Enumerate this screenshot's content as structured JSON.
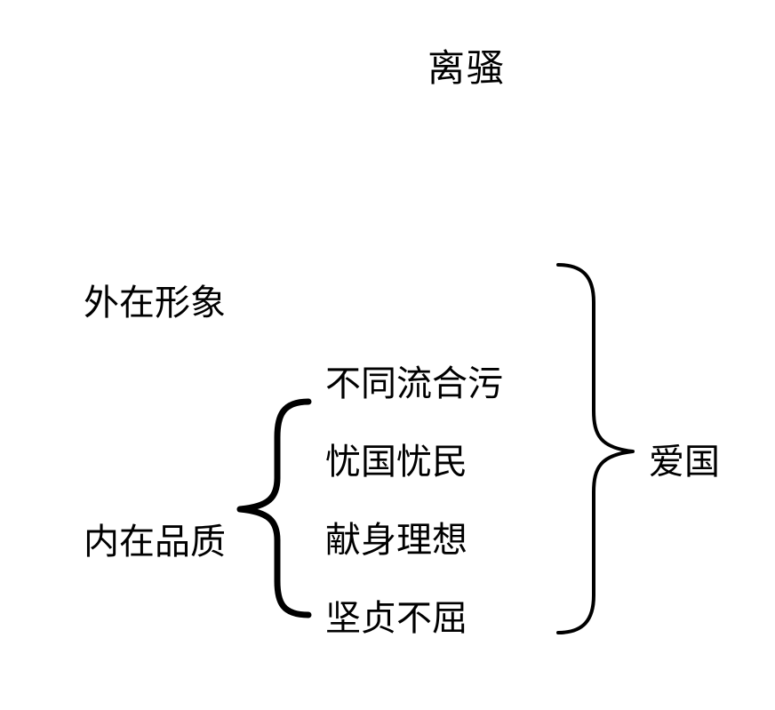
{
  "diagram": {
    "title": "离骚",
    "outer_label": "外在形象",
    "inner_label": "内在品质",
    "inner_qualities": [
      "不同流合污",
      "忧国忧民",
      "献身理想",
      "坚贞不屈"
    ],
    "conclusion": "爱国",
    "line_color": "#000000"
  }
}
